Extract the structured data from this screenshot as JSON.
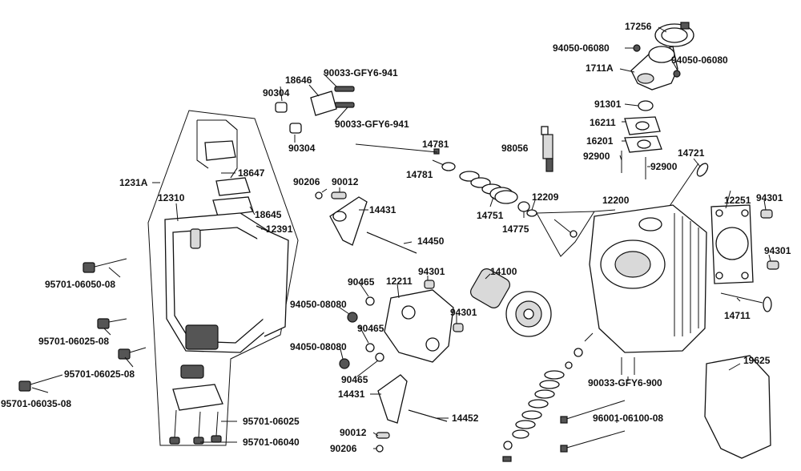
{
  "labels": {
    "p17256": "17256",
    "p94050_06080_a": "94050-06080",
    "p94050_06080_b": "94050-06080",
    "p1711A": "1711A",
    "p91301": "91301",
    "p16211": "16211",
    "p16201": "16201",
    "p92900_a": "92900",
    "p92900_b": "92900",
    "p14721": "14721",
    "p98056": "98056",
    "p18646": "18646",
    "p90033_gfy6_941_a": "90033-GFY6-941",
    "p90033_gfy6_941_b": "90033-GFY6-941",
    "p90304_a": "90304",
    "p90304_b": "90304",
    "p18647": "18647",
    "p1231A": "1231A",
    "p12310": "12310",
    "p18645": "18645",
    "p12391": "12391",
    "p90206_a": "90206",
    "p90012_a": "90012",
    "p14781_a": "14781",
    "p14781_b": "14781",
    "p14751": "14751",
    "p14775": "14775",
    "p12209": "12209",
    "p12200": "12200",
    "p12251": "12251",
    "p94301_a": "94301",
    "p94301_b": "94301",
    "p94301_c": "94301",
    "p94301_d": "94301",
    "p14431_a": "14431",
    "p14450": "14450",
    "p14100": "14100",
    "p12211": "12211",
    "p90465_a": "90465",
    "p90465_b": "90465",
    "p90465_c": "90465",
    "p94050_08080_a": "94050-08080",
    "p94050_08080_b": "94050-08080",
    "p14711": "14711",
    "p95701_06050_08": "95701-06050-08",
    "p95701_06025_08_a": "95701-06025-08",
    "p95701_06025_08_b": "95701-06025-08",
    "p95701_06035_08": "95701-06035-08",
    "p95701_06025": "95701-06025",
    "p95701_06040": "95701-06040",
    "p14431_b": "14431",
    "p14452": "14452",
    "p90012_b": "90012",
    "p90206_b": "90206",
    "p90033_gfy6_900": "90033-GFY6-900",
    "p96001_06100_08": "96001-06100-08",
    "p19625": "19625"
  }
}
